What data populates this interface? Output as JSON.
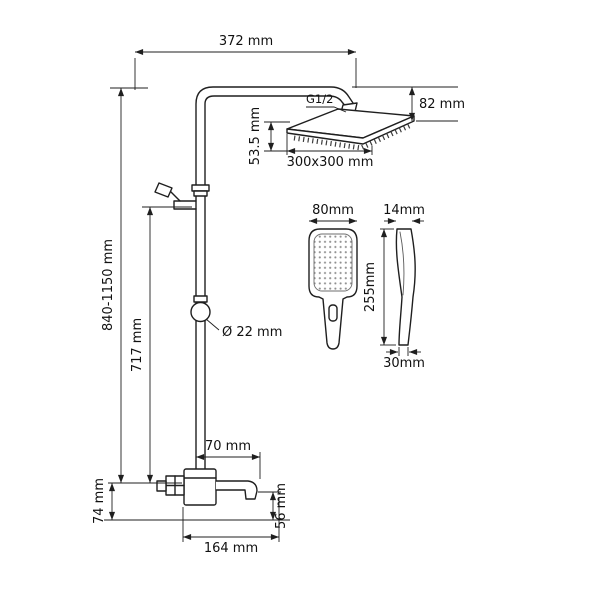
{
  "drawing": {
    "type": "shower-system-technical-drawing",
    "dimensions": {
      "top_width": "372 mm",
      "head_offset": "82 mm",
      "connection_thread": "G1/2",
      "head_drop": "53.5 mm",
      "head_size": "300x300 mm",
      "overall_height": "840-1150 mm",
      "riser_height": "717 mm",
      "pipe_diameter": "Ø 22 mm",
      "spout_reach": "70 mm",
      "base_height": "74 mm",
      "spout_height": "56 mm",
      "base_width": "164 mm",
      "hand_shower_width": "80mm",
      "hand_shower_depth": "14mm",
      "hand_shower_length": "255mm",
      "hand_shower_handle_width": "30mm"
    }
  }
}
